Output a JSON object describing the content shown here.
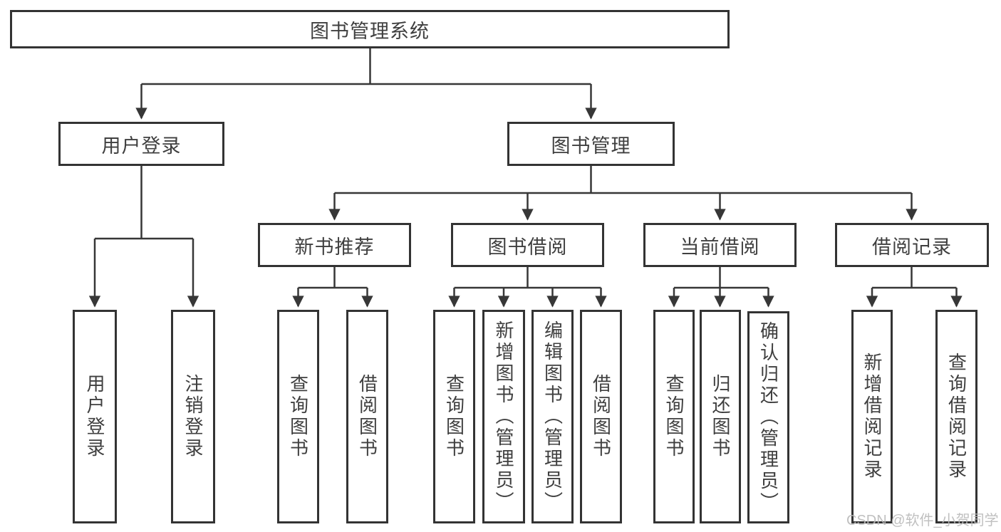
{
  "diagram": {
    "title": "图书管理系统",
    "level2": [
      {
        "label": "用户登录",
        "children": [
          "用户登录",
          "注销登录"
        ]
      },
      {
        "label": "图书管理"
      }
    ],
    "level3": [
      {
        "label": "新书推荐",
        "children": [
          "查询图书",
          "借阅图书"
        ]
      },
      {
        "label": "图书借阅",
        "children": [
          "查询图书",
          "新增图书（管理员）",
          "编辑图书（管理员）",
          "借阅图书"
        ]
      },
      {
        "label": "当前借阅",
        "children": [
          "查询图书",
          "归还图书",
          "确认归还（管理员）"
        ]
      },
      {
        "label": "借阅记录",
        "children": [
          "新增借阅记录",
          "查询借阅记录"
        ]
      }
    ],
    "colors": {
      "line": "#373737",
      "box_border": "#333333",
      "text": "#3f3f3f",
      "background": "#ffffff",
      "watermark": "#b9b9b9"
    }
  },
  "watermark": {
    "text": "CSDN @软件_小贺同学"
  }
}
